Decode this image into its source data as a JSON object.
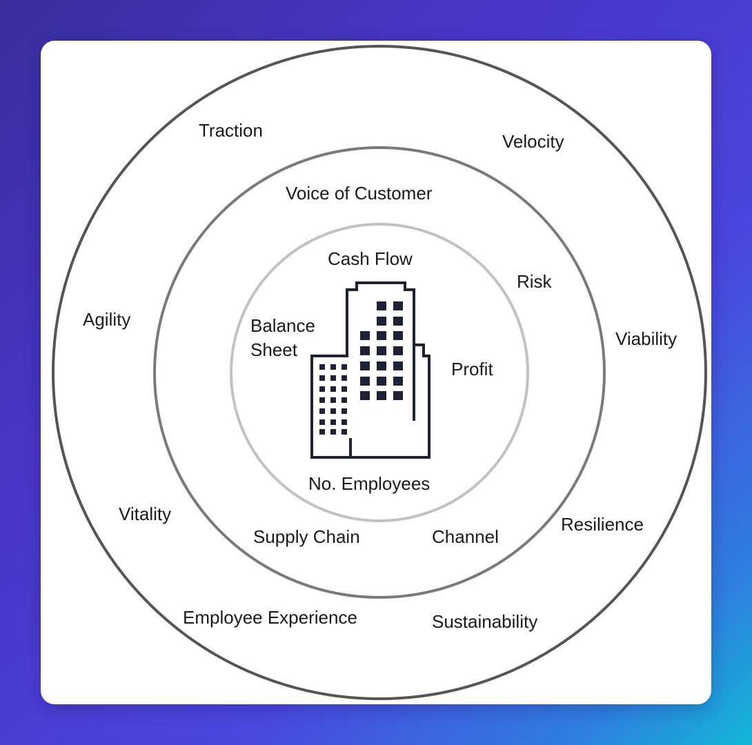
{
  "outer_ring": [
    "Traction",
    "Velocity",
    "Agility",
    "Viability",
    "Vitality",
    "Resilience",
    "Employee Experience",
    "Sustainability"
  ],
  "middle_ring": [
    "Voice of Customer",
    "Risk",
    "Supply Chain",
    "Channel"
  ],
  "inner_ring": [
    "Cash Flow",
    "Balance Sheet",
    "Profit",
    "No. Employees"
  ],
  "icons": {
    "center": "office-building-icon"
  },
  "colors": {
    "outer_circle": "#555555",
    "middle_circle": "#7a7a7a",
    "inner_circle": "#c2c2c2",
    "building": "#1e2236",
    "text": "#1a1a1a"
  }
}
